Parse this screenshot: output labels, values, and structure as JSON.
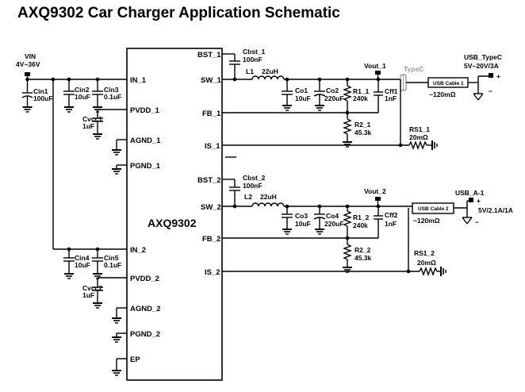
{
  "title": "AXQ9302 Car Charger Application Schematic",
  "chip": {
    "name": "AXQ9302",
    "pins_left": [
      "IN_1",
      "PVDD_1",
      "AGND_1",
      "PGND_1",
      "IN_2",
      "PVDD_2",
      "AGND_2",
      "PGND_2",
      "EP"
    ],
    "pins_right": [
      "BST_1",
      "SW_1",
      "FB_1",
      "IS_1",
      "BST_2",
      "SW_2",
      "FB_2",
      "IS_2"
    ]
  },
  "vin": {
    "name": "VIN",
    "range": "4V~36V"
  },
  "components": {
    "cin1": {
      "ref": "Cin1",
      "value": "100uF"
    },
    "cin2": {
      "ref": "Cin2",
      "value": "10uF"
    },
    "cin3": {
      "ref": "Cin3",
      "value": "0.1uF"
    },
    "cvcc1": {
      "ref": "Cvcc1",
      "value": "1uF"
    },
    "cin4": {
      "ref": "Cin4",
      "value": "10uF"
    },
    "cin5": {
      "ref": "Cin5",
      "value": "0.1uF"
    },
    "cvcc2": {
      "ref": "Cvcc2",
      "value": "1uF"
    },
    "cbst1": {
      "ref": "Cbst_1",
      "value": "100nF"
    },
    "cbst2": {
      "ref": "Cbst_2",
      "value": "100nF"
    },
    "l1": {
      "ref": "L1",
      "value": "22uH"
    },
    "l2": {
      "ref": "L2",
      "value": "22uH"
    },
    "co1": {
      "ref": "Co1",
      "value": "10uF"
    },
    "co2": {
      "ref": "Co2",
      "value": "220uF"
    },
    "co3": {
      "ref": "Co3",
      "value": "10uF"
    },
    "co4": {
      "ref": "Co4",
      "value": "220uF"
    },
    "r11": {
      "ref": "R1_1",
      "value": "240k"
    },
    "r21": {
      "ref": "R2_1",
      "value": "45.3k"
    },
    "r12": {
      "ref": "R1_2",
      "value": "240k"
    },
    "r22": {
      "ref": "R2_2",
      "value": "45.3k"
    },
    "cff1": {
      "ref": "Cff1",
      "value": "1nF"
    },
    "cff2": {
      "ref": "Cff2",
      "value": "1nF"
    },
    "rs11": {
      "ref": "RS1_1",
      "value": "20mΩ"
    },
    "rs12": {
      "ref": "RS1_2",
      "value": "20mΩ"
    }
  },
  "nets": {
    "vout1": "Vout_1",
    "vout2": "Vout_2"
  },
  "typec_connector": "TypeC",
  "cables": {
    "cable1": {
      "label": "USB Cable 1",
      "resistance": "~120mΩ"
    },
    "cable2": {
      "label": "USB Cable 2",
      "resistance": "~120mΩ"
    }
  },
  "outputs": {
    "typec": {
      "name": "USB_TypeC",
      "rating": "5V~20V/3A"
    },
    "usba": {
      "name": "USB_A-1",
      "rating": "5V/2.1A/1A"
    }
  },
  "signs": {
    "plus": "+",
    "minus": "−"
  }
}
